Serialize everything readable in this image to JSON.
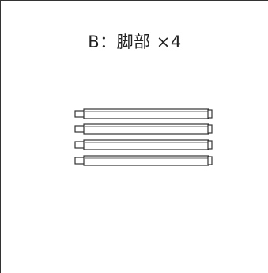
{
  "part": {
    "title": "B：脚部 ×4",
    "name": "脚部",
    "quantity": 4
  },
  "colors": {
    "line": "#333333",
    "fill": "#ffffff",
    "text": "#222222"
  }
}
